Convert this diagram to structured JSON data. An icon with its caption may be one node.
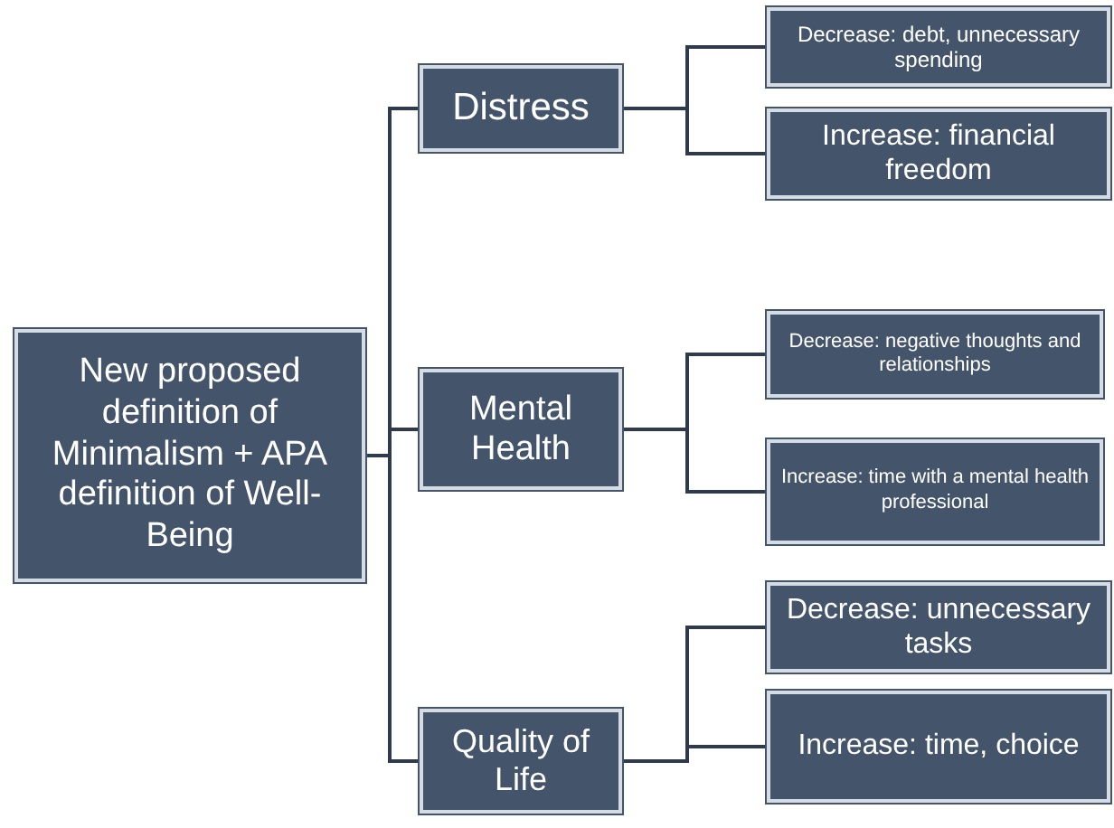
{
  "diagram": {
    "nodes": [
      {
        "text": [
          "New proposed definition of Minimalism + APA definition of Well-Being"
        ]
      },
      {
        "text": [
          "Distress"
        ]
      },
      {
        "text": [
          "Mental Health"
        ]
      },
      {
        "text": [
          "Quality of Life"
        ]
      },
      {
        "text": [
          "Decrease: debt, unnecessary spending"
        ]
      },
      {
        "text": [
          "Increase: financial freedom"
        ]
      },
      {
        "text": [
          "Decrease: negative thoughts and relationships"
        ]
      },
      {
        "text": [
          "Increase: time with a mental health professional"
        ]
      },
      {
        "text": [
          "Decrease: unnecessary tasks"
        ]
      },
      {
        "text": [
          "Increase: time, choice"
        ]
      }
    ],
    "edges": [
      {
        "from": 0,
        "to": 1,
        "arrow": "none"
      },
      {
        "from": 0,
        "to": 2,
        "arrow": "none"
      },
      {
        "from": 0,
        "to": 3,
        "arrow": "none"
      },
      {
        "from": 1,
        "to": 4,
        "arrow": "none"
      },
      {
        "from": 1,
        "to": 5,
        "arrow": "none"
      },
      {
        "from": 2,
        "to": 6,
        "arrow": "none"
      },
      {
        "from": 2,
        "to": 7,
        "arrow": "none"
      },
      {
        "from": 3,
        "to": 8,
        "arrow": "none"
      },
      {
        "from": 3,
        "to": 9,
        "arrow": "none"
      }
    ]
  }
}
